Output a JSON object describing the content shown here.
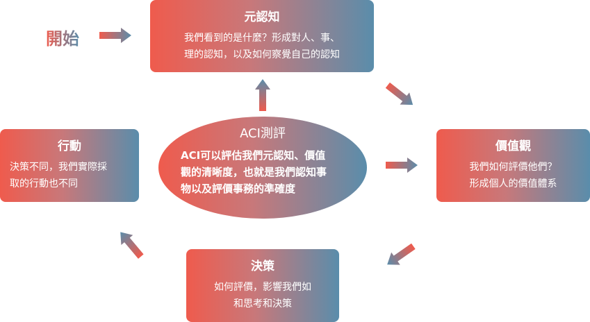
{
  "start": {
    "label": "開始"
  },
  "meta": {
    "title": "元認知",
    "line1": "我們看到的是什麼？形成對人、事、",
    "line2": "理的認知，以及如何察覺自己的認知"
  },
  "value": {
    "title": "價值觀",
    "line1": "我們如何評價他們？",
    "line2": "形成個人的價值體系"
  },
  "decision": {
    "title": "決策",
    "line1": "如何評價，影響我們如",
    "line2": "和思考和決策"
  },
  "action": {
    "title": "行動",
    "line1": "決策不同，我們實際採",
    "line2": "取的行動也不同"
  },
  "center": {
    "title": "ACI測評",
    "line1": "ACI可以評估我們元認知、價值",
    "line2": "觀的清晰度，也就是我們認知事",
    "line3": "物以及評價事務的準確度"
  },
  "colors": {
    "gradient_start": "#ef5b4d",
    "gradient_mid": "#c8787a",
    "gradient_end": "#5a8dab"
  }
}
